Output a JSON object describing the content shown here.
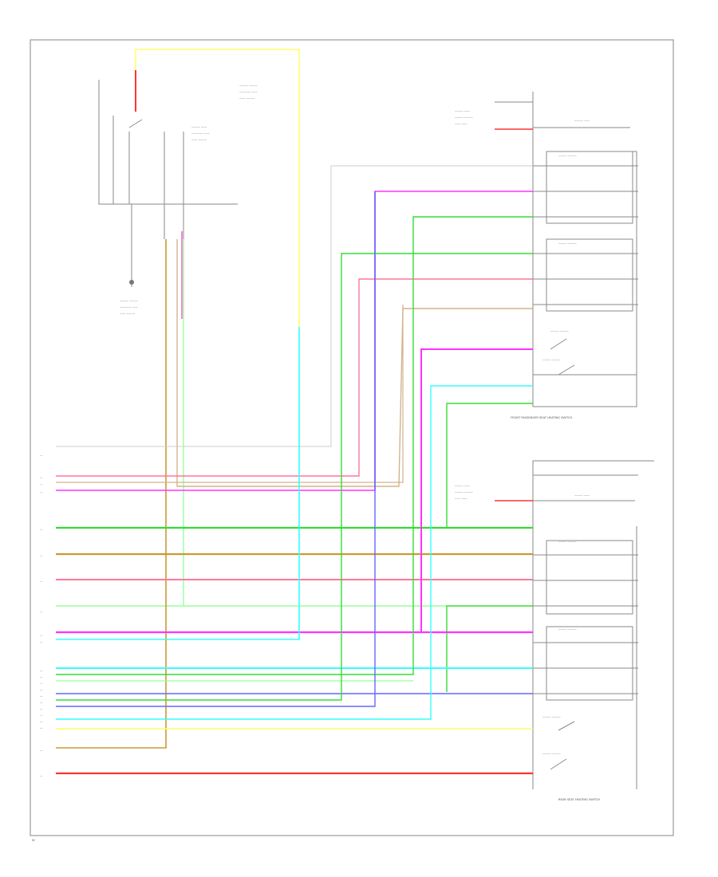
{
  "diagram_label": "W",
  "connectors": {
    "front_passenger_seat": "FRONT PASSENGER SEAT HEATING SWITCH",
    "rear_seat": "REAR SEAT HEATING SWITCH"
  },
  "colors": {
    "red": "#ff3333",
    "yellow": "#ffff66",
    "pink": "#ff66cc",
    "magenta": "#ff33ff",
    "blue": "#6666ff",
    "green": "#33dd33",
    "lightgreen": "#99ff99",
    "tan": "#d2b48c",
    "brown": "#cc9933",
    "cyan": "#33ffff",
    "lightred": "#ff7799",
    "gray": "#8a8a8a"
  }
}
